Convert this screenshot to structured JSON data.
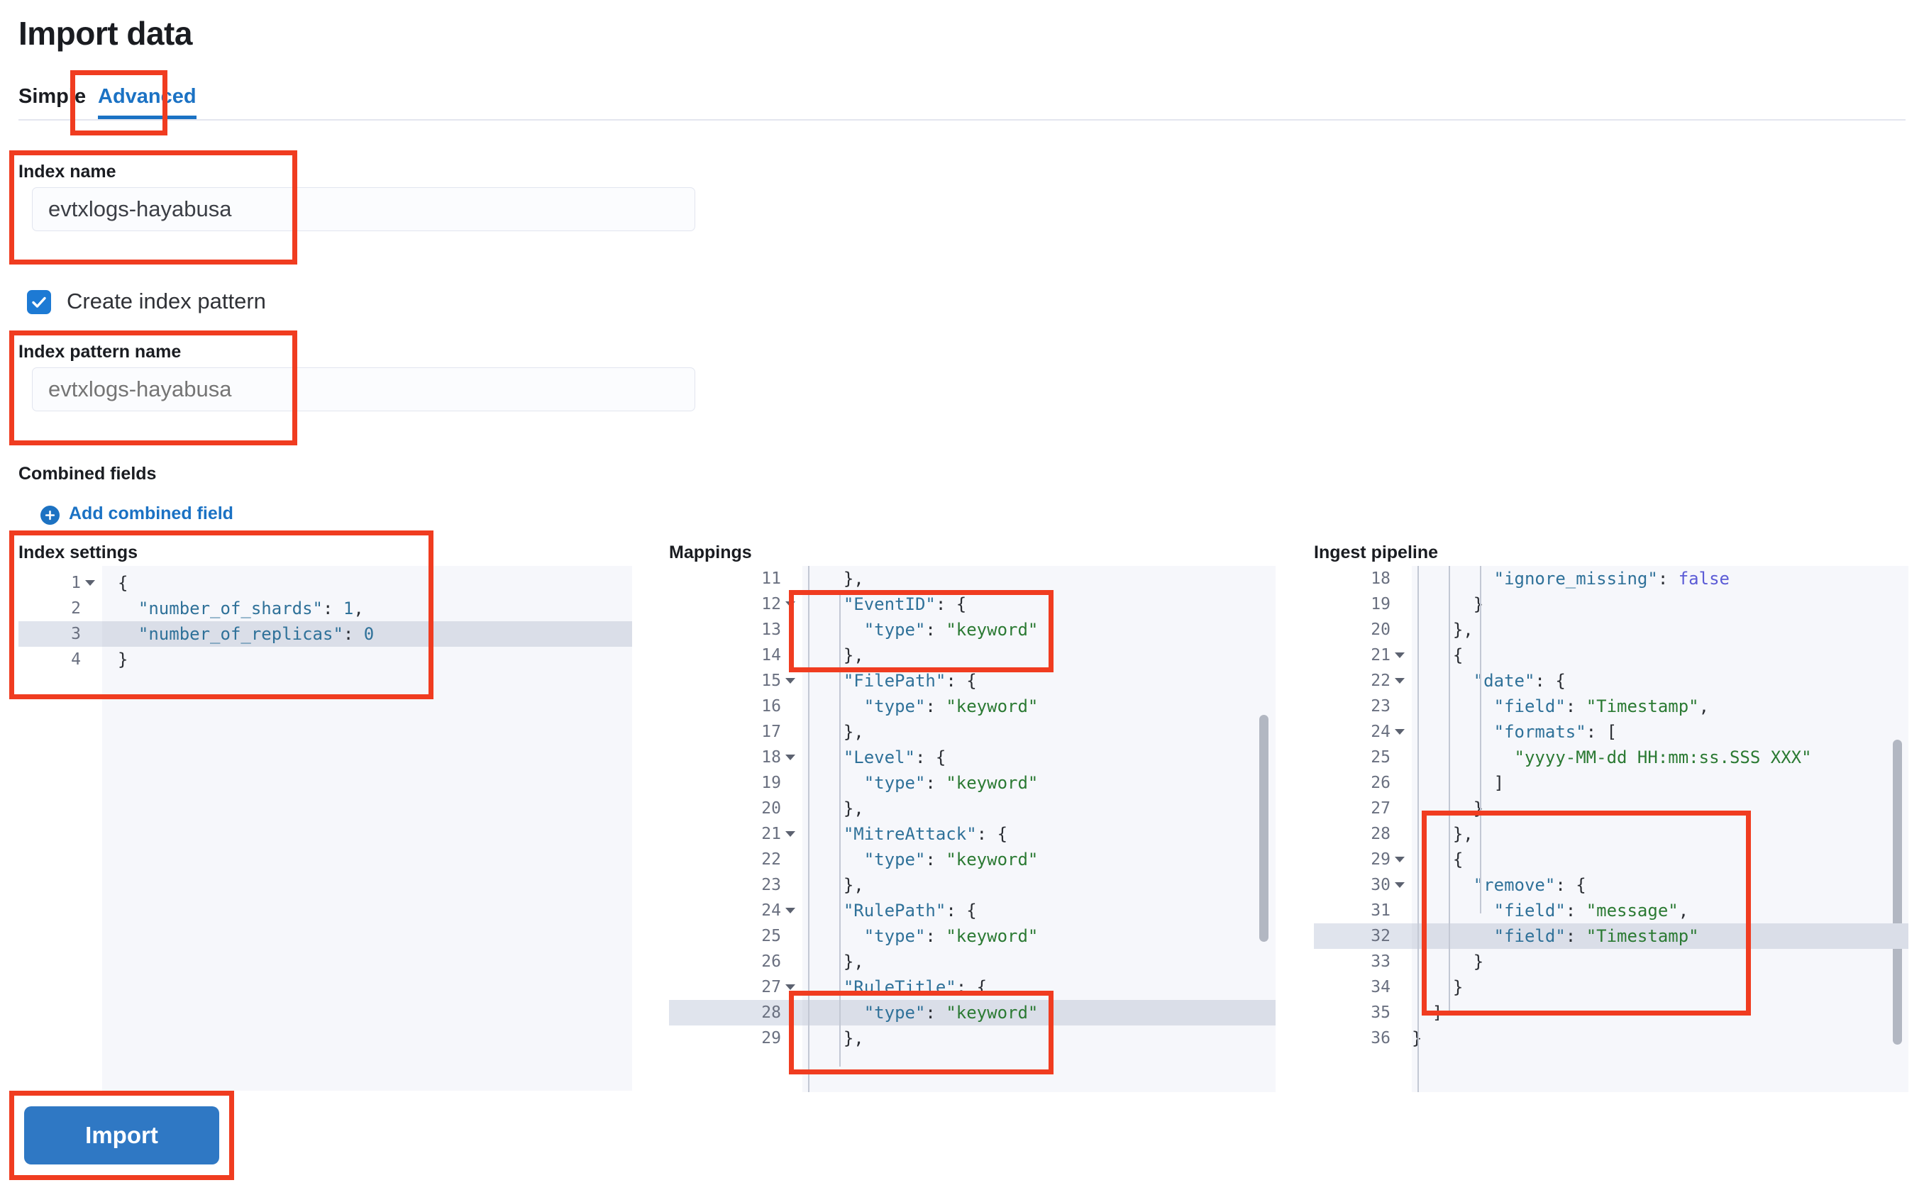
{
  "page": {
    "title": "Import data"
  },
  "tabs": [
    {
      "label": "Simple",
      "active": false
    },
    {
      "label": "Advanced",
      "active": true
    }
  ],
  "index_name": {
    "label": "Index name",
    "value": "evtxlogs-hayabusa"
  },
  "create_index_pattern": {
    "label": "Create index pattern",
    "checked": true
  },
  "index_pattern_name": {
    "label": "Index pattern name",
    "placeholder": "evtxlogs-hayabusa",
    "value": ""
  },
  "combined_fields": {
    "label": "Combined fields",
    "add_label": "Add combined field"
  },
  "editors": {
    "index_settings": {
      "title": "Index settings",
      "first_line": 1,
      "highlighted_line": 3,
      "fold_lines": [
        1
      ],
      "lines": [
        "{",
        "  \"number_of_shards\": 1,",
        "  \"number_of_replicas\": 0",
        "}"
      ]
    },
    "mappings": {
      "title": "Mappings",
      "first_line": 11,
      "highlighted_line": 28,
      "fold_lines": [
        12,
        15,
        18,
        21,
        24,
        27
      ],
      "lines": [
        "    },",
        "    \"EventID\": {",
        "      \"type\": \"keyword\"",
        "    },",
        "    \"FilePath\": {",
        "      \"type\": \"keyword\"",
        "    },",
        "    \"Level\": {",
        "      \"type\": \"keyword\"",
        "    },",
        "    \"MitreAttack\": {",
        "      \"type\": \"keyword\"",
        "    },",
        "    \"RulePath\": {",
        "      \"type\": \"keyword\"",
        "    },",
        "    \"RuleTitle\": {",
        "      \"type\": \"keyword\"",
        "    },"
      ]
    },
    "ingest_pipeline": {
      "title": "Ingest pipeline",
      "first_line": 18,
      "highlighted_line": 32,
      "fold_lines": [
        21,
        22,
        24,
        29,
        30
      ],
      "lines": [
        "        \"ignore_missing\": false",
        "      }",
        "    },",
        "    {",
        "      \"date\": {",
        "        \"field\": \"Timestamp\",",
        "        \"formats\": [",
        "          \"yyyy-MM-dd HH:mm:ss.SSS XXX\"",
        "        ]",
        "      }",
        "    },",
        "    {",
        "      \"remove\": {",
        "        \"field\": \"message\",",
        "        \"field\": \"Timestamp\"",
        "      }",
        "    }",
        "  ]",
        "}"
      ]
    }
  },
  "import_button": {
    "label": "Import"
  },
  "colors": {
    "accent_blue": "#1b72c4",
    "button_blue": "#2f78c4",
    "annotation_red": "#f03c20",
    "editor_bg": "#f6f7fb",
    "highlight_row": "#dadee8",
    "token_key": "#2f7199",
    "token_string": "#2b7a33",
    "token_boolean": "#5b5bd6"
  },
  "annotations": [
    {
      "name": "advanced-tab-highlight"
    },
    {
      "name": "index-name-highlight"
    },
    {
      "name": "index-pattern-name-highlight"
    },
    {
      "name": "index-settings-highlight"
    },
    {
      "name": "mappings-eventid-highlight"
    },
    {
      "name": "mappings-ruletitle-highlight"
    },
    {
      "name": "ingest-remove-highlight"
    },
    {
      "name": "import-button-highlight"
    }
  ]
}
